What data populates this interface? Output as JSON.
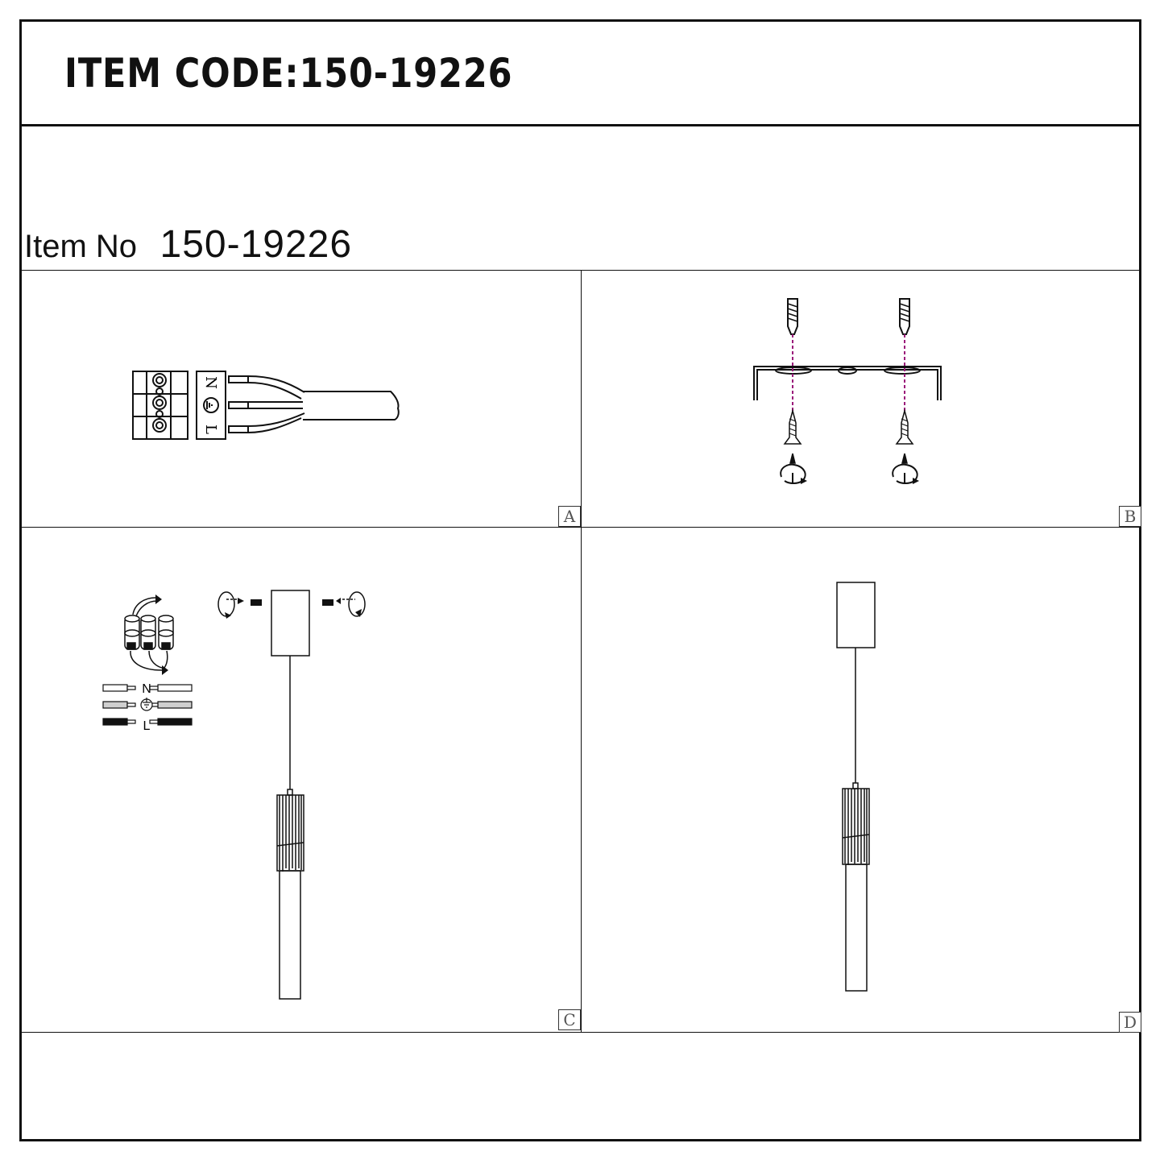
{
  "header": {
    "item_code": "ITEM CODE:150-19226",
    "item_no_label": "Item No",
    "item_no_value": "150-19226"
  },
  "panels": [
    {
      "letter": "A",
      "content": "wire-connector-diagram",
      "terminal_labels": [
        "N",
        "L"
      ]
    },
    {
      "letter": "B",
      "content": "mounting-bracket-screws"
    },
    {
      "letter": "C",
      "content": "wiring-and-canopy-fixing",
      "wire_labels": [
        "N",
        "L"
      ]
    },
    {
      "letter": "D",
      "content": "assembled-pendant"
    }
  ]
}
